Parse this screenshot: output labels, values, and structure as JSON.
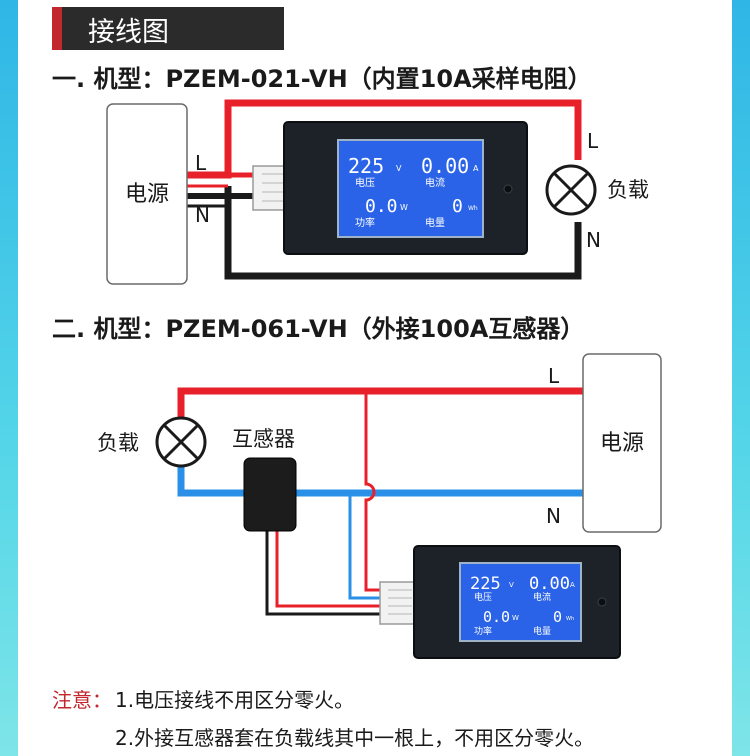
{
  "header": {
    "title": "接线图",
    "accent_color": "#c1272d",
    "bar_color": "#2b2b2b"
  },
  "section1": {
    "title": "一. 机型：PZEM-021-VH（内置10A采样电阻）",
    "power_label": "电源",
    "L": "L",
    "N": "N",
    "load_label": "负载",
    "load_L": "L",
    "load_N": "N"
  },
  "section2": {
    "title": "二. 机型：PZEM-061-VH（外接100A互感器）",
    "load_label": "负载",
    "ct_label": "互感器",
    "power_label": "电源",
    "L": "L",
    "N": "N"
  },
  "meter1": {
    "voltage": "225",
    "voltage_unit": "V",
    "voltage_label": "电压",
    "current": "0.00",
    "current_unit": "A",
    "current_label": "电流",
    "power": "0.0",
    "power_unit": "W",
    "power_label": "功率",
    "energy": "0",
    "energy_unit": "Wh",
    "energy_label": "电量"
  },
  "meter2": {
    "voltage": "225",
    "voltage_unit": "V",
    "voltage_label": "电压",
    "current": "0.00",
    "current_unit": "A",
    "current_label": "电流",
    "power": "0.0",
    "power_unit": "W",
    "power_label": "功率",
    "energy": "0",
    "energy_unit": "Wh",
    "energy_label": "电量"
  },
  "notes": {
    "prefix": "注意：",
    "line1": "1.电压接线不用区分零火。",
    "line2": "2.外接互感器套在负载线其中一根上，不用区分零火。"
  },
  "colors": {
    "live": "#e8202a",
    "neutral_black": "#1a1a1a",
    "neutral_blue": "#2a8fe6",
    "lcd": "#2a63e8"
  }
}
